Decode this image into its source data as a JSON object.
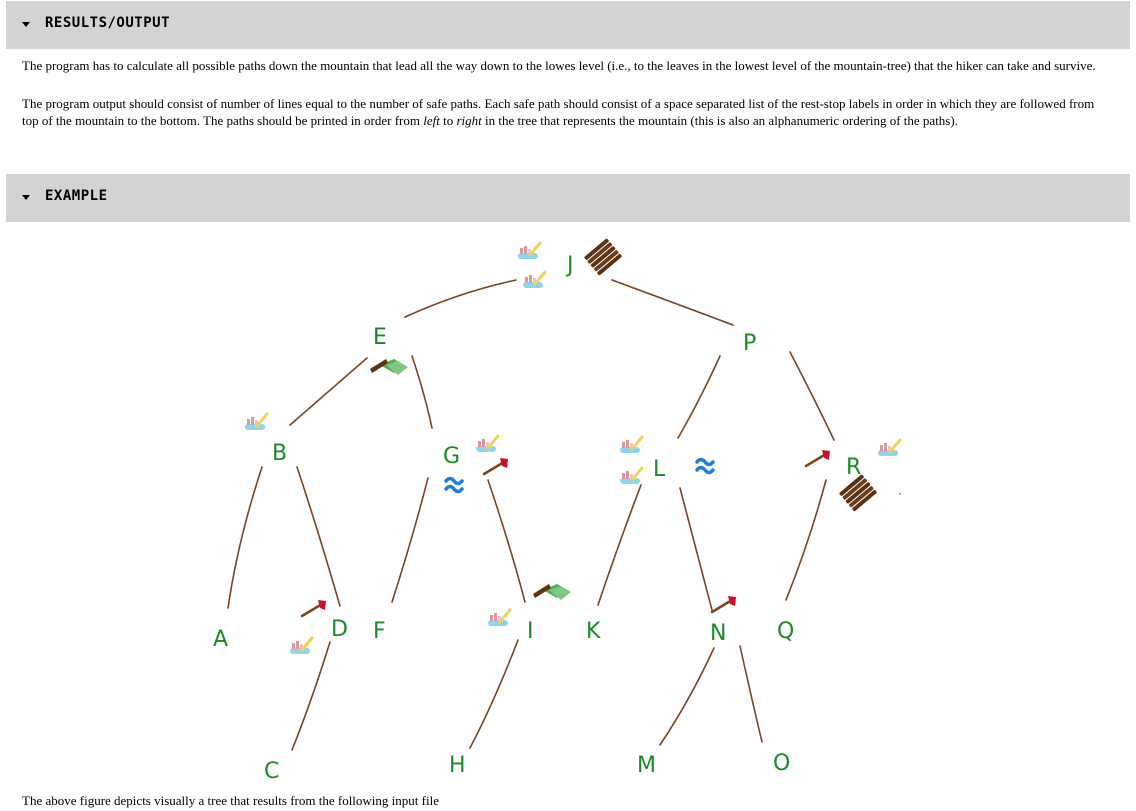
{
  "sections": {
    "results": {
      "title": "RESULTS/OUTPUT"
    },
    "example": {
      "title": "EXAMPLE"
    }
  },
  "results": {
    "p1": "The program has to calculate all possible paths down the mountain that lead all the way down to the lowes level (i.e., to the leaves in the lowest level of the mountain-tree) that the hiker can take and survive.",
    "p2_a": "The program output should consist of number of lines equal to the number of safe paths. Each safe path should consist of a space separated list of the rest-stop labels in order in which they are followed from top of the mountain to the bottom. The paths should be printed in order from ",
    "p2_left": "left",
    "p2_b": " to ",
    "p2_right": "right",
    "p2_c": " in the tree that represents the mountain (this is also an alphanumeric ordering of the paths)."
  },
  "tree_labels": {
    "J": "J",
    "E": "E",
    "P": "P",
    "B": "B",
    "G": "G",
    "L": "L",
    "R": "R",
    "A": "A",
    "D": "D",
    "F": "F",
    "I": "I",
    "K": "K",
    "N": "N",
    "Q": "Q",
    "C": "C",
    "H": "H",
    "M": "M",
    "O": "O"
  },
  "caption": "The above figure depicts visually a tree that results from the following input file",
  "colors": {
    "header_bar": "#d3d3d3",
    "label_green": "#1a8a2a",
    "branch_brown": "#7a4522",
    "water_blue": "#1e7fd6",
    "axe_red": "#c8102e"
  }
}
